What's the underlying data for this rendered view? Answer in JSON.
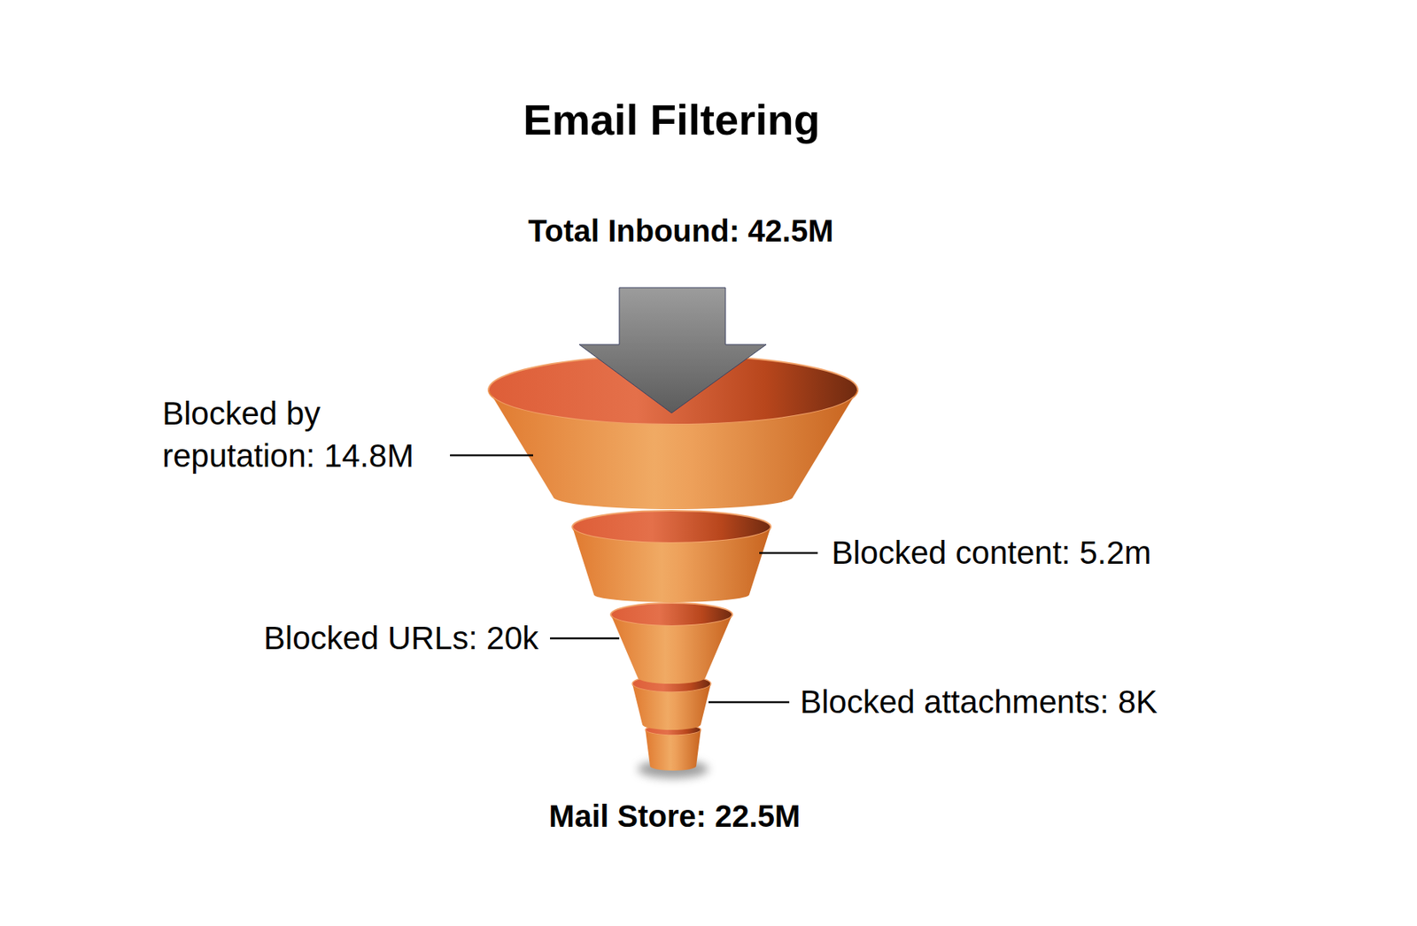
{
  "diagram": {
    "title": "Email Filtering",
    "labels": [
      "Total Inbound: 42.5M",
      "Blocked by reputation: 14.8M",
      "Blocked content: 5.2m",
      "Blocked URLs: 20k",
      "Blocked attachments: 8K",
      "Mail Store: 22.5M"
    ]
  }
}
